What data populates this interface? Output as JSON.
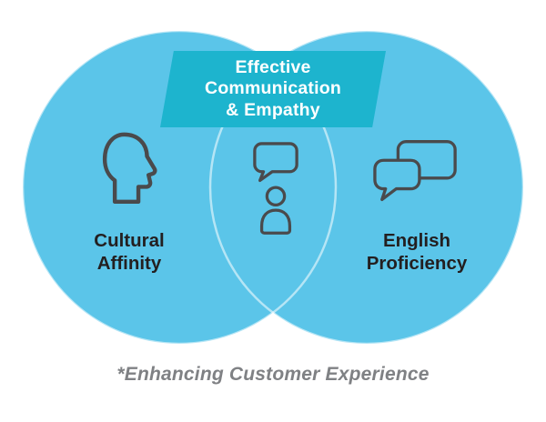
{
  "banner": {
    "lines": [
      "Effective",
      "Communication",
      "& Empathy"
    ]
  },
  "left": {
    "label_lines": [
      "Cultural",
      "Affinity"
    ],
    "icon": "head-profile-icon"
  },
  "right": {
    "label_lines": [
      "English",
      "Proficiency"
    ],
    "icon": "speech-bubbles-icon"
  },
  "center": {
    "icon": "person-with-speech-bubble-icon"
  },
  "caption": "*Enhancing Customer Experience",
  "colors": {
    "circle_fill": "#5bc5e9",
    "banner_fill": "#1db4ce",
    "icon_stroke": "#4a4a4c",
    "label_text": "#231f20",
    "caption_text": "#7f8184"
  }
}
